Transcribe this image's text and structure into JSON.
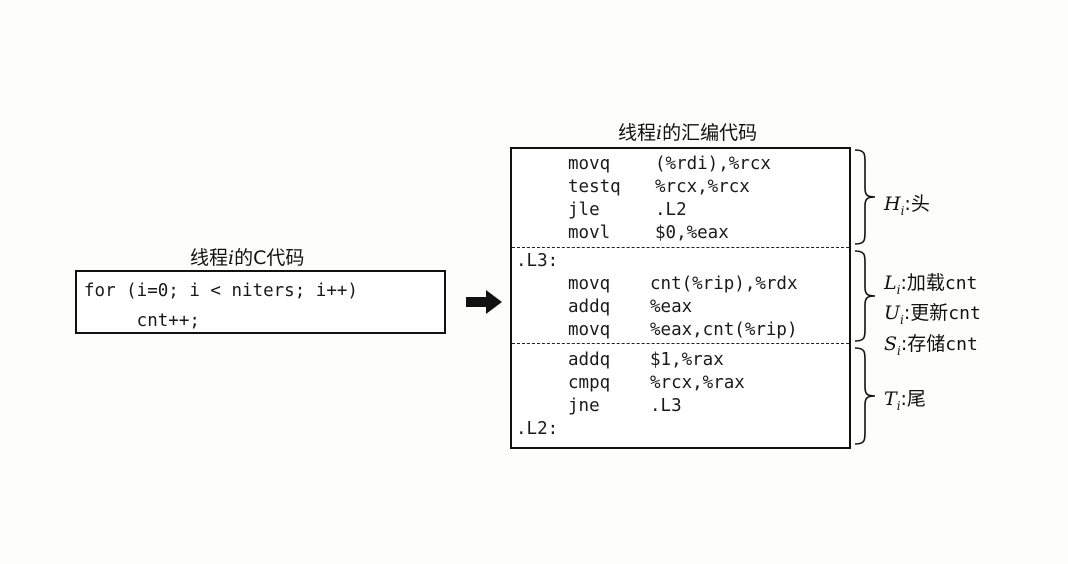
{
  "c_section": {
    "title_prefix": "线程",
    "title_var": "i",
    "title_suffix": "的C代码",
    "lines": [
      "for (i=0; i < niters; i++)",
      "     cnt++;"
    ]
  },
  "asm_section": {
    "title_prefix": "线程",
    "title_var": "i",
    "title_suffix": "的汇编代码",
    "head": [
      {
        "op": "movq",
        "args": "(%rdi),%rcx"
      },
      {
        "op": "testq",
        "args": "%rcx,%rcx"
      },
      {
        "op": "jle",
        "args": ".L2"
      },
      {
        "op": "movl",
        "args": "$0,%eax"
      }
    ],
    "label_l3": ".L3:",
    "body": [
      {
        "op": "movq",
        "args": "cnt(%rip),%rdx"
      },
      {
        "op": "addq",
        "args": "%eax"
      },
      {
        "op": "movq",
        "args": "%eax,cnt(%rip)"
      }
    ],
    "tail": [
      {
        "op": "addq",
        "args": "$1,%rax"
      },
      {
        "op": "cmpq",
        "args": "%rcx,%rax"
      },
      {
        "op": "jne",
        "args": ".L3"
      }
    ],
    "label_l2": ".L2:"
  },
  "annotations": {
    "head": {
      "sym": "H",
      "sub": "i",
      "text": ":头"
    },
    "load": {
      "sym": "L",
      "sub": "i",
      "text": ":加载",
      "mono": "cnt"
    },
    "update": {
      "sym": "U",
      "sub": "i",
      "text": ":更新",
      "mono": "cnt"
    },
    "store": {
      "sym": "S",
      "sub": "i",
      "text": ":存储",
      "mono": "cnt"
    },
    "tail": {
      "sym": "T",
      "sub": "i",
      "text": ":尾"
    }
  }
}
